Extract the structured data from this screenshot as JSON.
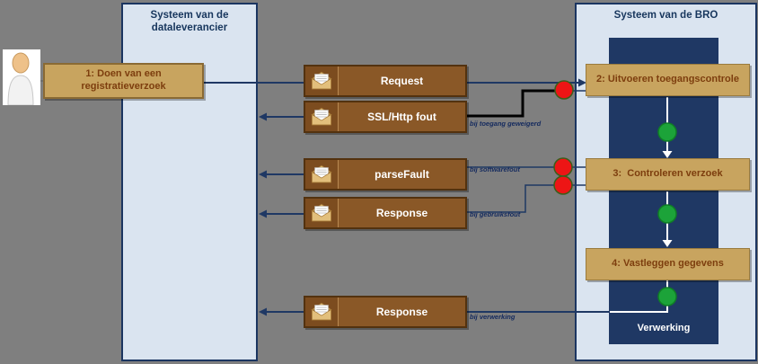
{
  "lanes": {
    "left": {
      "title_line1": "Systeem van de",
      "title_line2": "dataleverancier"
    },
    "right": {
      "title": "Systeem van de BRO",
      "process_label": "Verwerking"
    }
  },
  "steps": {
    "step1": "1: Doen van een registratieverzoek",
    "step2": "2: Uitvoeren toegangscontrole",
    "step3": "3:  Controleren verzoek",
    "step4": "4: Vastleggen gegevens"
  },
  "messages": {
    "request": {
      "label": "Request",
      "note": ""
    },
    "ssl_fout": {
      "label": "SSL/Http fout",
      "note": "bij toegang geweigerd"
    },
    "parse_fault": {
      "label": "parseFault",
      "note": "bij softwarefout"
    },
    "response_validatie": {
      "label": "Response",
      "note": "bij gebruiksfout"
    },
    "response_verwerking": {
      "label": "Response",
      "note": "bij verwerking"
    }
  },
  "icons": {
    "actor": "person-icon",
    "message": "envelope-icon",
    "stop": "red-dot-icon",
    "go": "green-dot-icon"
  },
  "colors": {
    "background": "#7f7f7f",
    "lane_fill": "#dae4f0",
    "navy": "#1f3864",
    "step_fill": "#c8a45f",
    "step_text": "#7d3e0e",
    "message_fill": "#8a5827",
    "error_line": "#000000",
    "status_red": "#ed1515",
    "status_green": "#1ca339"
  }
}
